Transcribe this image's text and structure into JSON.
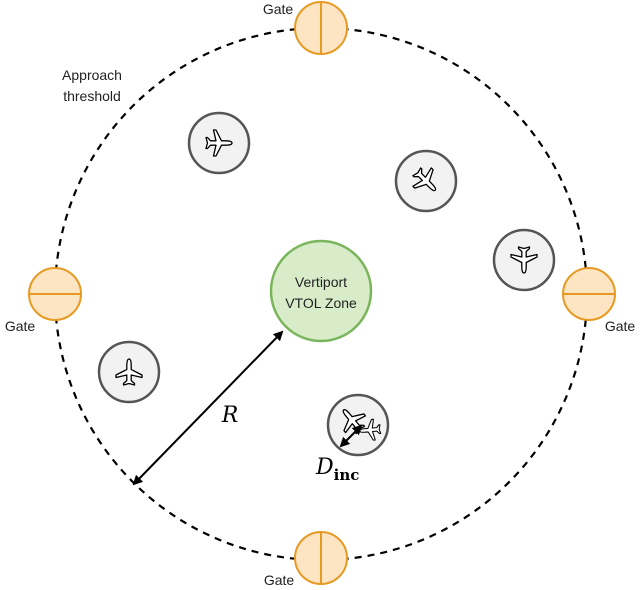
{
  "labels": {
    "approach_line1": "Approach",
    "approach_line2": "threshold",
    "gate_top": "Gate",
    "gate_left": "Gate",
    "gate_right": "Gate",
    "gate_bottom": "Gate",
    "vertiport_line1": "Vertiport",
    "vertiport_line2": "VTOL Zone",
    "radius": "R",
    "dinc_main": "D",
    "dinc_sub": "inc"
  },
  "colors": {
    "gate_fill": "#fde4c3",
    "gate_stroke": "#e69a22",
    "vertiport_fill": "#d8ecc9",
    "vertiport_stroke": "#7ab55c",
    "aircraft_fill": "#f2f2f2",
    "aircraft_stroke": "#555555"
  },
  "icons": {
    "aircraft": "airplane-icon",
    "gate": "gate-icon"
  }
}
